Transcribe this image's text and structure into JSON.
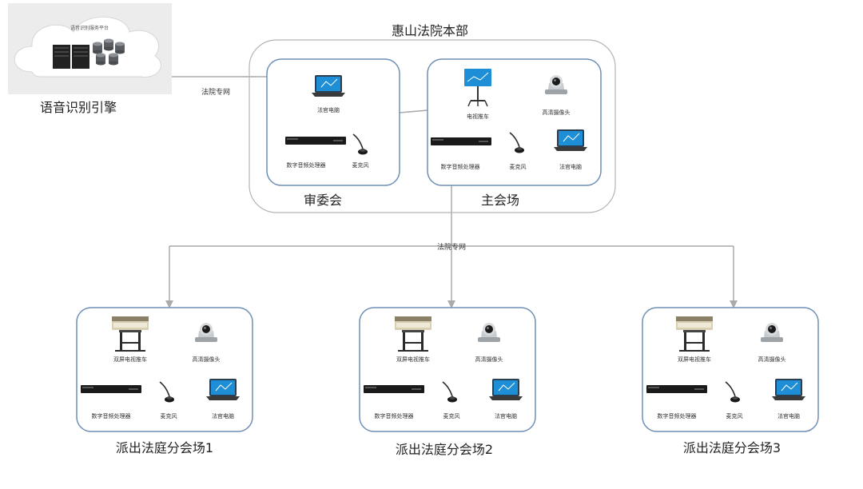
{
  "headquarters": {
    "title": "惠山法院本部"
  },
  "cloud": {
    "title": "语音识别服务平台",
    "caption": "语音识别引擎"
  },
  "links": {
    "hq_link_label": "法院专网",
    "branch_link_label": "法院专网"
  },
  "committee_room": {
    "title": "审委会",
    "labels": {
      "laptop": "法官电脑",
      "processor": "数字音频处理器",
      "microphone": "麦克风"
    }
  },
  "main_room": {
    "title": "主会场",
    "labels": {
      "tv_cart": "电视推车",
      "camera": "高清摄像头",
      "processor": "数字音频处理器",
      "microphone": "麦克风",
      "laptop": "法官电脑"
    }
  },
  "branches": [
    {
      "title": "派出法庭分会场1",
      "labels": {
        "tv_cart": "双屏电视推车",
        "camera": "高清摄像头",
        "processor": "数字音频处理器",
        "microphone": "麦克风",
        "laptop": "法官电脑"
      }
    },
    {
      "title": "派出法庭分会场2",
      "labels": {
        "tv_cart": "双屏电视推车",
        "camera": "高清摄像头",
        "processor": "数字音频处理器",
        "microphone": "麦克风",
        "laptop": "法官电脑"
      }
    },
    {
      "title": "派出法庭分会场3",
      "labels": {
        "tv_cart": "双屏电视推车",
        "camera": "高清摄像头",
        "processor": "数字音频处理器",
        "microphone": "麦克风",
        "laptop": "法官电脑"
      }
    }
  ],
  "colors": {
    "box_stroke": "#6d8fb5",
    "outer_stroke": "#b5b5b5",
    "connector": "#aaaaaa",
    "screen_blue": "#1e8fd6",
    "device_black": "#1a1a1a"
  }
}
